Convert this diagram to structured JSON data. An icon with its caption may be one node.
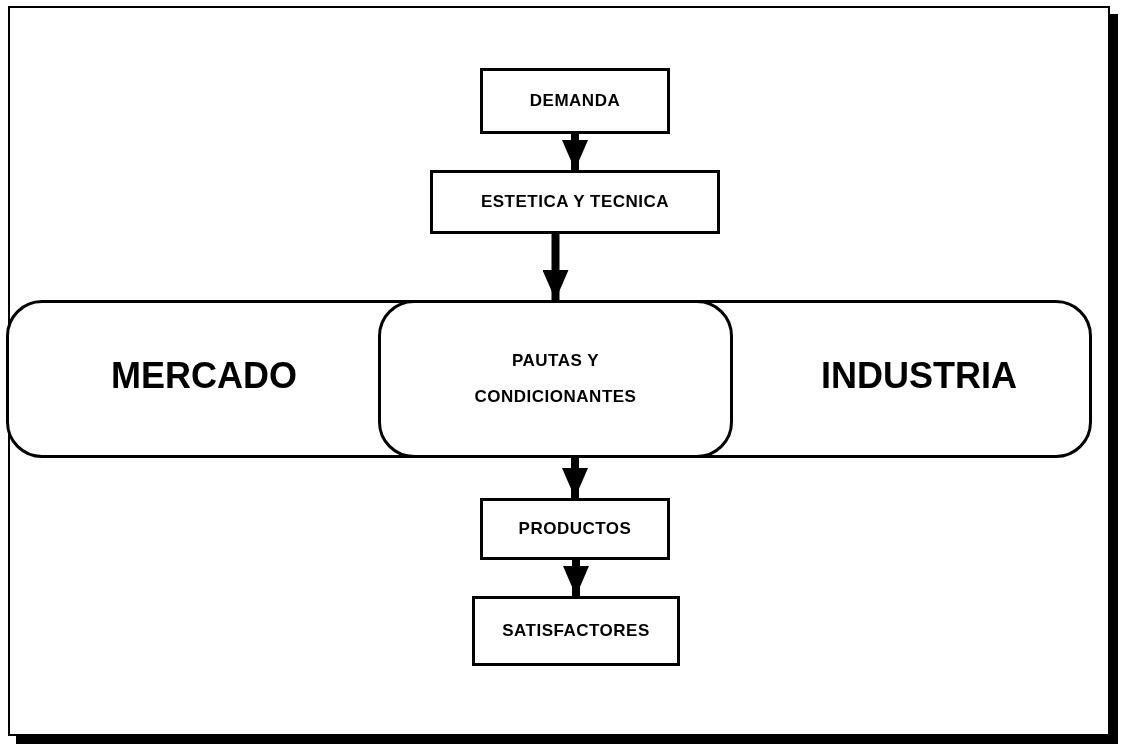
{
  "diagram": {
    "nodes": [
      {
        "text": [
          "DEMANDA"
        ]
      },
      {
        "text": [
          "ESTETICA Y TECNICA"
        ]
      },
      {
        "text": [
          "MERCADO",
          "INDUSTRIA"
        ]
      },
      {
        "text": [
          "PAUTAS Y CONDICIONANTES"
        ],
        "in": 2
      },
      {
        "text": [
          "PRODUCTOS"
        ]
      },
      {
        "text": [
          "SATISFACTORES"
        ]
      }
    ],
    "edges": [
      {
        "from": 0,
        "to": 1,
        "arrow": "to"
      },
      {
        "from": 1,
        "to": 3,
        "arrow": "to"
      },
      {
        "from": 3,
        "to": 4,
        "arrow": "to"
      },
      {
        "from": 4,
        "to": 5,
        "arrow": "to"
      }
    ]
  }
}
